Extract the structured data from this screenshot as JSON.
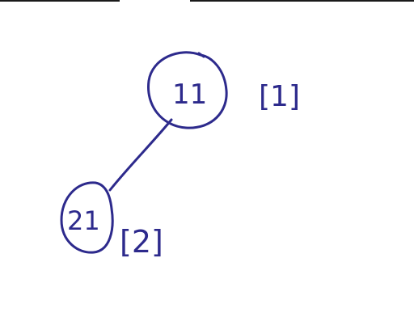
{
  "diagram": {
    "ink_color": "#2d2a8c",
    "nodes": [
      {
        "id": "root",
        "value": "11",
        "index_label": "[1]"
      },
      {
        "id": "left-child",
        "value": "21",
        "index_label": "[2]"
      }
    ],
    "edges": [
      {
        "from": "root",
        "to": "left-child"
      }
    ]
  }
}
